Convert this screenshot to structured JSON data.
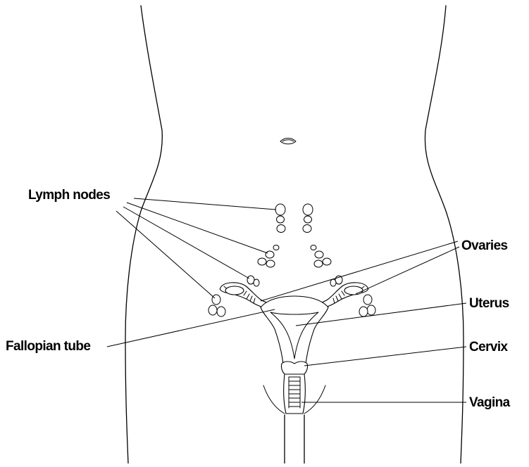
{
  "labels": {
    "lymph_nodes": "Lymph nodes",
    "ovaries": "Ovaries",
    "uterus": "Uterus",
    "fallopian_tube": "Fallopian tube",
    "cervix": "Cervix",
    "vagina": "Vagina"
  },
  "colors": {
    "line": "#000000",
    "background": "#ffffff"
  }
}
